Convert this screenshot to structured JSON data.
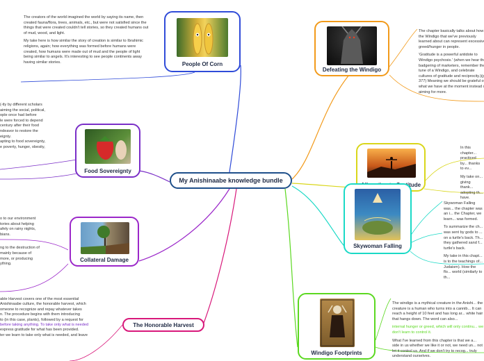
{
  "central": {
    "title": "My Anishinaabe knowledge bundle"
  },
  "nodes": {
    "corn": {
      "label": "People Of Corn",
      "color": "#2f4bd8"
    },
    "windigo": {
      "label": "Defeating the Windigo",
      "color": "#f29a1a"
    },
    "food": {
      "label": "Food Sovereignty",
      "color": "#7a2ec7"
    },
    "gratitude": {
      "label": "Allegation to Gratitude",
      "color": "#d9d61a"
    },
    "skywoman": {
      "label": "Skywoman Falling",
      "color": "#1ad9c6"
    },
    "collateral": {
      "label": "Collateral Damage",
      "color": "#9b27c9"
    },
    "harvest": {
      "label": "The Honorable Harvest",
      "color": "#d8187a"
    },
    "footprints": {
      "label": "Windigo Footprints",
      "color": "#5bd820"
    }
  },
  "notes": {
    "corn": [
      "The creators of the world imagined the world by saying its name, then created fauna/flora, trees, animals, etc., but were not satisfied since the things that were created couldn't tell stories, so they created humans out of mud, wood, and light.",
      "My take here is how similar the story of creation is similar to Ibrahimic religions, again; how everything was formed before humans were created, how humans were made out of mud and the people of light being similar to angels. It's interesting to see people continents away having similar stories."
    ],
    "windigo": [
      "The chapter basically talks  about how the Windigo that we've previously learned about can represent excessive greed/hunger in people.",
      "'Gratitude is a powerful antidote to Windigo psychosis.' (when we hear the badgering of marketers, remember the tune of a Windigo, and celebrate cultures of gratitude and reciprocity.)(pg. 377) Meaning we should be grateful of what we have at the moment instead of aiming for more."
    ],
    "food": [
      "(-tly by different scholars",
      "aiming the social, political,",
      "ople once had before",
      "le were forced to depend",
      "century after their food",
      "ndeavor to restore the",
      "eignty.",
      "apting to food sovereignty,",
      "e poverty, hunger, obesity,"
    ],
    "gratitude": [
      "In this chapter... practiced by... thanks to ev...",
      "My take on... giving thank... adopting th... have."
    ],
    "skywoman": [
      "Skywoman Falling was... the chapter was an i... the Chapter, we learn... was formed.",
      "To summarize the ch... was sent by gods to ... on a turtle's back. Th... they gathered sand f... turtle's back.",
      "My take in this chapt... is to the teachings of... Judaism). How the flo... world (similarly to th..."
    ],
    "collateral": [
      "o to our environment",
      "tories about helping",
      "afely on rainy nights,",
      "bians.",
      "ng to the destruction of",
      "mainly because of",
      "more, or producing",
      "ything."
    ],
    "harvest": [
      "able Harvest covers one of the most essential",
      "Anishinaabe culture, the honorable harvest, which",
      "omeone to recognize and repay whatever takes",
      "n. The procedure begins with them introducing",
      "to (in this case, plants), followed by a request for",
      "before taking anything. To take only what is needed",
      "express gratitude for what has been provided.",
      "ter we learn to take only what is needed, and leave"
    ],
    "footprints": [
      "The windigo is a mythical creature in the Anishi... the creature is a human who turns into a cannib... It can reach a height of 10 feet and has long ar... white hair that hangs down. The word can also...",
      "internal hunger or greed, which will only continu... we don't learn to control it.",
      "What I've learned from this chapter is that we a... side in us whether we like it or not, we need un... not let it control us. And if we don't try to recog... truly understand ourselves."
    ]
  }
}
